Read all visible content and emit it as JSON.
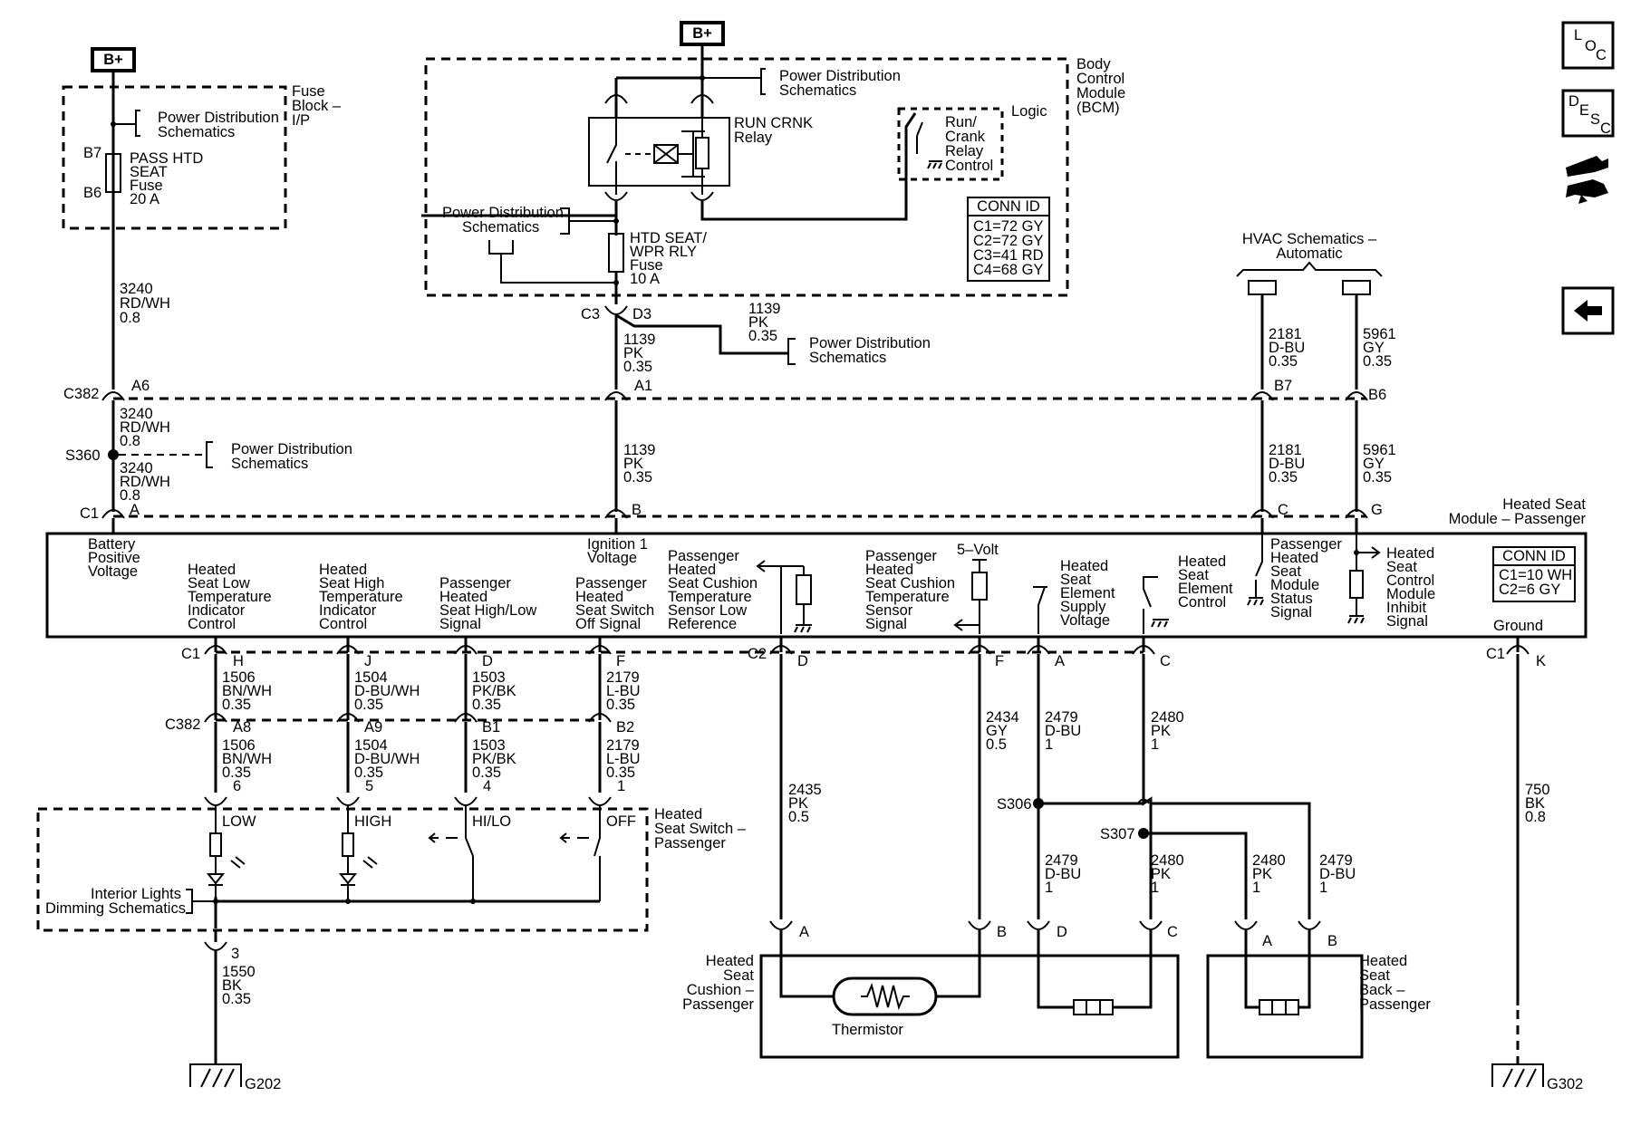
{
  "bplus": "B+",
  "fuse_block": {
    "title": [
      "Fuse",
      "Block –",
      "I/P"
    ],
    "pds": [
      "Power Distribution",
      "Schematics"
    ],
    "pin_top": "B7",
    "pin_bottom": "B6",
    "fuse": [
      "PASS HTD",
      "SEAT",
      "Fuse",
      "20 A"
    ]
  },
  "bcm": {
    "title": [
      "Body",
      "Control",
      "Module",
      "(BCM)"
    ],
    "pds_top": [
      "Power Distribution",
      "Schematics"
    ],
    "relay": [
      "RUN CRNK",
      "Relay"
    ],
    "logic": "Logic",
    "control": [
      "Run/",
      "Crank",
      "Relay",
      "Control"
    ],
    "pds_left": [
      "Power Distribution",
      "Schematics"
    ],
    "fuse": [
      "HTD SEAT/",
      "WPR RLY",
      "Fuse",
      "10 A"
    ],
    "conn_title": "CONN ID",
    "conn": [
      "C1=72 GY",
      "C2=72 GY",
      "C3=41 RD",
      "C4=68 GY"
    ],
    "pin_c3": "C3",
    "pin_d3": "D3"
  },
  "wires": {
    "w3240": [
      "3240",
      "RD/WH",
      "0.8"
    ],
    "w1139": [
      "1139",
      "PK",
      "0.35"
    ],
    "w2181": [
      "2181",
      "D-BU",
      "0.35"
    ],
    "w5961": [
      "5961",
      "GY",
      "0.35"
    ],
    "w1506": [
      "1506",
      "BN/WH",
      "0.35"
    ],
    "w1506b": [
      "1506",
      "BN/WH",
      "0.35",
      "6"
    ],
    "w1504": [
      "1504",
      "D-BU/WH",
      "0.35"
    ],
    "w1504b": [
      "1504",
      "D-BU/WH",
      "0.35",
      "5"
    ],
    "w1503": [
      "1503",
      "PK/BK",
      "0.35"
    ],
    "w1503b": [
      "1503",
      "PK/BK",
      "0.35",
      "4"
    ],
    "w2179": [
      "2179",
      "L-BU",
      "0.35"
    ],
    "w2179b": [
      "2179",
      "L-BU",
      "0.35",
      "1"
    ],
    "w1550": [
      "1550",
      "BK",
      "0.35"
    ],
    "w2435": [
      "2435",
      "PK",
      "0.5"
    ],
    "w2434": [
      "2434",
      "GY",
      "0.5"
    ],
    "w2479": [
      "2479",
      "D-BU",
      "1"
    ],
    "w2480": [
      "2480",
      "PK",
      "1"
    ],
    "w750": [
      "750",
      "BK",
      "0.8"
    ]
  },
  "pds_right": [
    "Power Distribution",
    "Schematics"
  ],
  "pds_s360": [
    "Power Distribution",
    "Schematics"
  ],
  "hvac": [
    "HVAC Schematics –",
    "Automatic"
  ],
  "connectors": {
    "c382": "C382",
    "c1": "C1",
    "c2": "C2",
    "a6": "A6",
    "a1": "A1",
    "b7": "B7",
    "b6": "B6",
    "a": "A",
    "b": "B",
    "c": "C",
    "g": "G",
    "h": "H",
    "j": "J",
    "d": "D",
    "f": "F",
    "k": "K",
    "a8": "A8",
    "a9": "A9",
    "b1": "B1",
    "b2": "B2",
    "pin3": "3"
  },
  "splices": {
    "s360": "S360",
    "s306": "S306",
    "s307": "S307"
  },
  "module": {
    "title": [
      "Heated Seat",
      "Module – Passenger"
    ],
    "conn_title": "CONN ID",
    "conn": [
      "C1=10 WH",
      "C2=6 GY"
    ],
    "bpv": [
      "Battery",
      "Positive",
      "Voltage"
    ],
    "ign": [
      "Ignition 1",
      "Voltage"
    ],
    "low_ind": [
      "Heated",
      "Seat Low",
      "Temperature",
      "Indicator",
      "Control"
    ],
    "high_ind": [
      "Heated",
      "Seat High",
      "Temperature",
      "Indicator",
      "Control"
    ],
    "hilo": [
      "Passenger",
      "Heated",
      "Seat High/Low",
      "Signal"
    ],
    "off": [
      "Passenger",
      "Heated",
      "Seat Switch",
      "Off Signal"
    ],
    "low_ref": [
      "Passenger",
      "Heated",
      "Seat Cushion",
      "Temperature",
      "Sensor Low",
      "Reference"
    ],
    "five_volt": "5–Volt",
    "sensor": [
      "Passenger",
      "Heated",
      "Seat Cushion",
      "Temperature",
      "Sensor",
      "Signal"
    ],
    "supply": [
      "Heated",
      "Seat",
      "Element",
      "Supply",
      "Voltage"
    ],
    "elem_ctrl": [
      "Heated",
      "Seat",
      "Element",
      "Control"
    ],
    "status": [
      "Passenger",
      "Heated",
      "Seat",
      "Module",
      "Status",
      "Signal"
    ],
    "inhibit": [
      "Heated",
      "Seat",
      "Control",
      "Module",
      "Inhibit",
      "Signal"
    ],
    "ground": "Ground"
  },
  "switch": {
    "title": [
      "Heated",
      "Seat Switch –",
      "Passenger"
    ],
    "low": "LOW",
    "high": "HIGH",
    "hilo": "HI/LO",
    "off": "OFF",
    "dimming": [
      "Interior Lights",
      "Dimming Schematics"
    ]
  },
  "cushion": {
    "title": [
      "Heated",
      "Seat",
      "Cushion –",
      "Passenger"
    ],
    "thermistor": "Thermistor"
  },
  "back": {
    "title": [
      "Heated",
      "Seat",
      "Back –",
      "Passenger"
    ]
  },
  "grounds": {
    "g202": "G202",
    "g302": "G302"
  },
  "nav": {
    "loc": [
      "L",
      "O",
      "C"
    ],
    "desc": [
      "D",
      "E",
      "S",
      "C"
    ]
  }
}
